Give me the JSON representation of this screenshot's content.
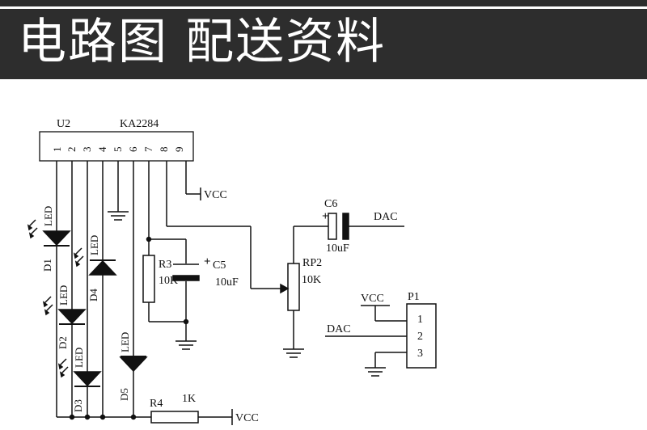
{
  "header": {
    "title": "电路图 配送资料"
  },
  "schematic": {
    "chip": {
      "ref": "U2",
      "part": "KA2284",
      "pins": [
        "1",
        "2",
        "3",
        "4",
        "5",
        "6",
        "7",
        "8",
        "9"
      ]
    },
    "leds": [
      {
        "ref": "D1",
        "label": "LED"
      },
      {
        "ref": "D2",
        "label": "LED"
      },
      {
        "ref": "D3",
        "label": "LED"
      },
      {
        "ref": "D4",
        "label": "LED"
      },
      {
        "ref": "D5",
        "label": "LED"
      }
    ],
    "r3": {
      "ref": "R3",
      "value": "10K"
    },
    "c5": {
      "ref": "C5",
      "value": "10uF",
      "polarity": "+"
    },
    "rp2": {
      "ref": "RP2",
      "value": "10K"
    },
    "c6": {
      "ref": "C6",
      "value": "10uF",
      "polarity": "+"
    },
    "r4": {
      "ref": "R4",
      "value": "1K"
    },
    "p1": {
      "ref": "P1",
      "pins": [
        "1",
        "2",
        "3"
      ]
    },
    "nets": {
      "vcc": "VCC",
      "dac": "DAC"
    }
  },
  "colors": {
    "header_bg": "#2d2d2d",
    "header_text": "#ffffff",
    "ink": "#111111"
  }
}
